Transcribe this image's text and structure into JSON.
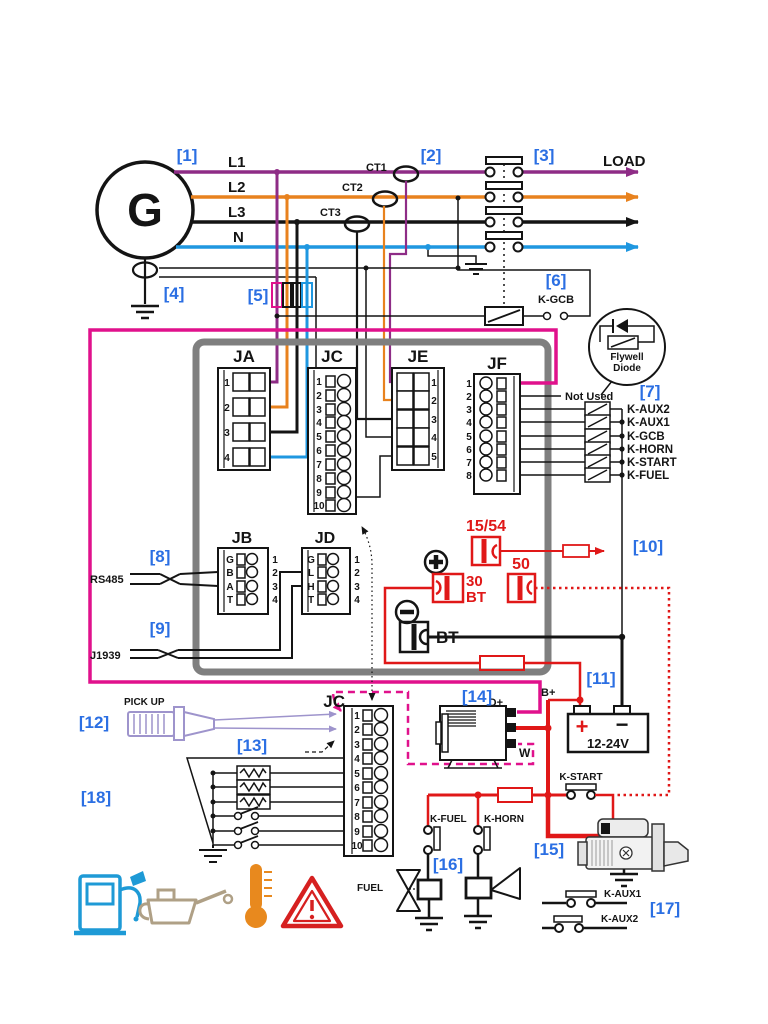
{
  "colors": {
    "purple": "#8E2C86",
    "orange": "#E8821E",
    "blue": "#1F97E0",
    "pink": "#E0118C",
    "red": "#E01818",
    "gray": "#7F7F7F",
    "refblue": "#2B6FE3",
    "lavender": "#9E94CC",
    "pump": "#1E9AD6",
    "oil": "#AFA086",
    "therm": "#E8891E",
    "warn": "#D62020"
  },
  "refs": {
    "r1": "[1]",
    "r2": "[2]",
    "r3": "[3]",
    "r4": "[4]",
    "r5": "[5]",
    "r6": "[6]",
    "r7": "[7]",
    "r8": "[8]",
    "r9": "[9]",
    "r10": "[10]",
    "r11": "[11]",
    "r12": "[12]",
    "r13": "[13]",
    "r14": "[14]",
    "r15": "[15]",
    "r16": "[16]",
    "r17": "[17]",
    "r18": "[18]"
  },
  "generator": {
    "label": "G"
  },
  "lines": {
    "l1": "L1",
    "l2": "L2",
    "l3": "L3",
    "n": "N",
    "load": "LOAD"
  },
  "cts": {
    "ct1": "CT1",
    "ct2": "CT2",
    "ct3": "CT3"
  },
  "breaker": {
    "coil": "K-GCB"
  },
  "flywheel": {
    "line1": "Flywell",
    "line2": "Diode"
  },
  "relays": {
    "not_used": "Not Used",
    "items": [
      "K-AUX2",
      "K-AUX1",
      "K-GCB",
      "K-HORN",
      "K-START",
      "K-FUEL"
    ]
  },
  "connectors": {
    "ja": {
      "label": "JA",
      "pins": [
        "1",
        "2",
        "3",
        "4"
      ]
    },
    "jc": {
      "label": "JC",
      "pins": [
        "1",
        "2",
        "3",
        "4",
        "5",
        "6",
        "7",
        "8",
        "9",
        "10"
      ]
    },
    "je": {
      "label": "JE",
      "pins": [
        "1",
        "2",
        "3",
        "4",
        "5"
      ]
    },
    "jf": {
      "label": "JF",
      "pins": [
        "1",
        "2",
        "3",
        "4",
        "5",
        "6",
        "7",
        "8"
      ]
    },
    "jb": {
      "label": "JB",
      "letters": [
        "G",
        "B",
        "A",
        "T"
      ],
      "pins": [
        "1",
        "2",
        "3",
        "4"
      ]
    },
    "jd": {
      "label": "JD",
      "letters": [
        "G",
        "L",
        "H",
        "T"
      ],
      "pins": [
        "1",
        "2",
        "3",
        "4"
      ]
    },
    "jc2": {
      "label": "JC",
      "pins": [
        "1",
        "2",
        "3",
        "4",
        "5",
        "6",
        "7",
        "8",
        "9",
        "10"
      ]
    }
  },
  "comm": {
    "rs485": "RS485",
    "j1939": "J1939"
  },
  "power": {
    "t1554": "15/54",
    "t50": "50",
    "t30": "30",
    "t30bt": "BT",
    "bt": "BT"
  },
  "battery": {
    "plus": "+",
    "minus": "−",
    "voltage": "12-24V"
  },
  "alternator": {
    "dplus": "D+",
    "bplus": "B+",
    "w": "W"
  },
  "controls": {
    "kstart": "K-START",
    "kfuel": "K-FUEL",
    "khorn": "K-HORN",
    "fuel": "FUEL",
    "kaux1": "K-AUX1",
    "kaux2": "K-AUX2"
  },
  "pickup": {
    "label": "PICK UP"
  }
}
